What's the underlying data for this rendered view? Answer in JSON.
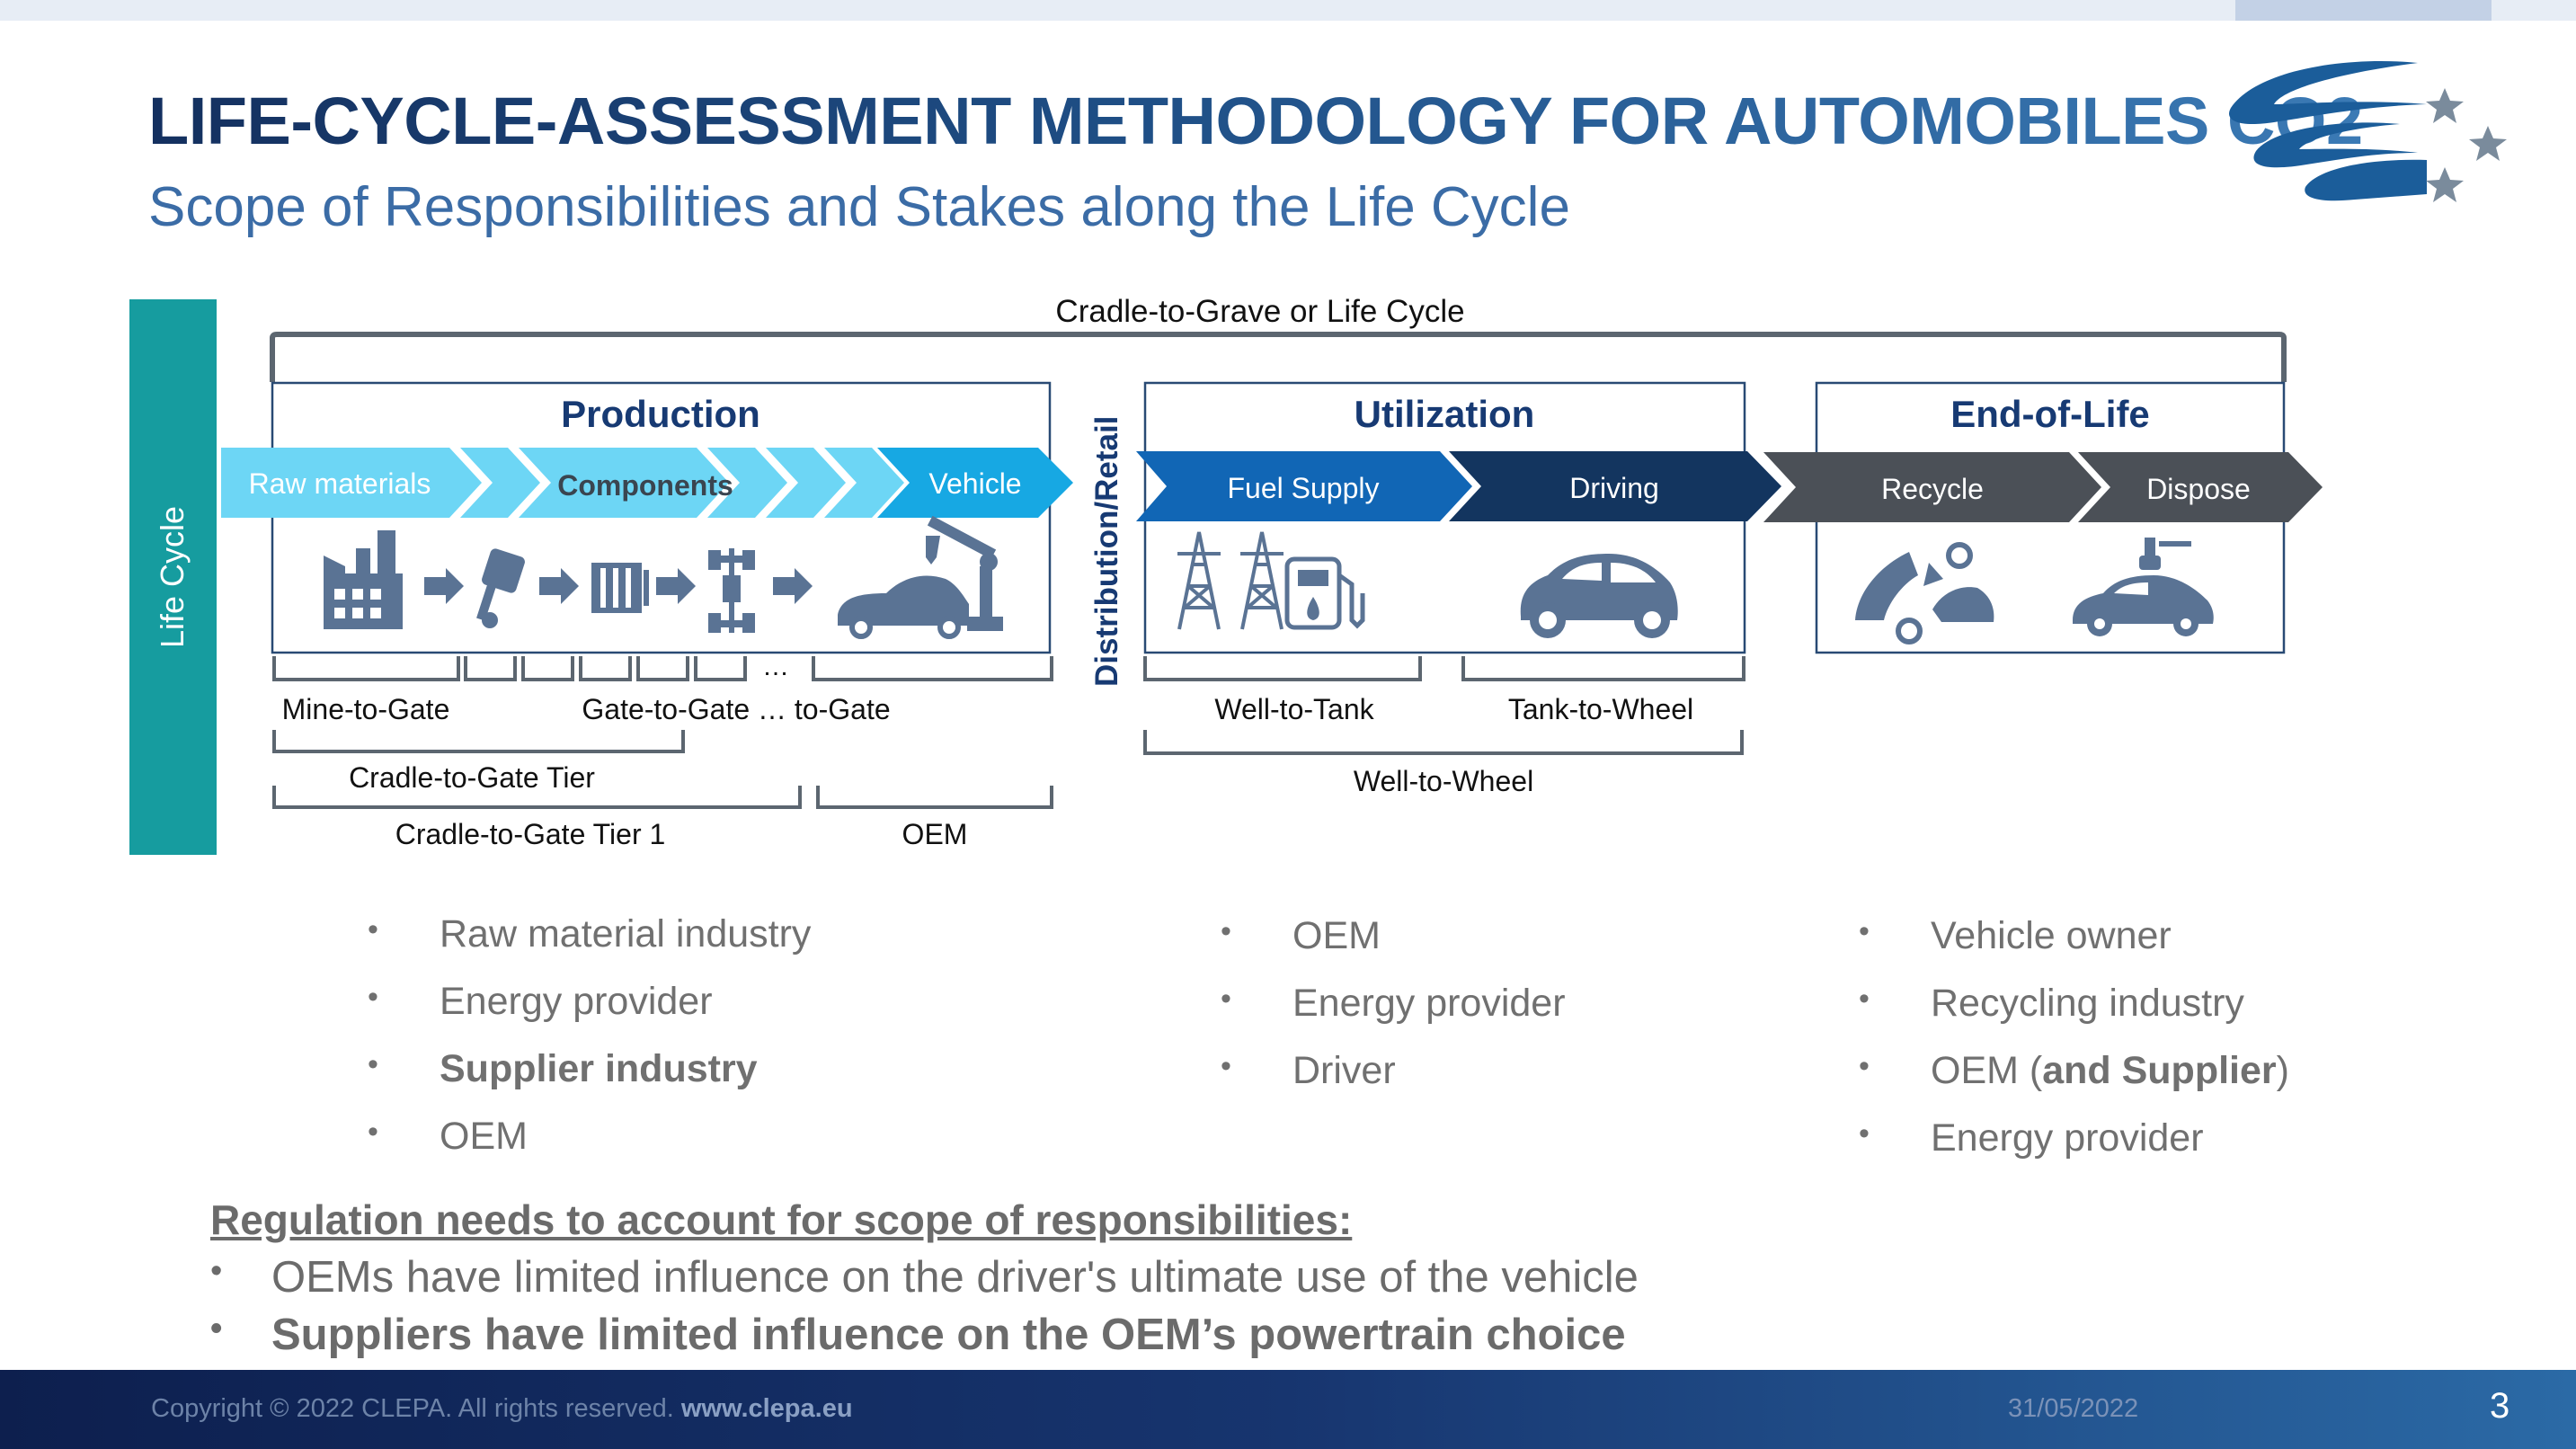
{
  "header": {
    "title": "LIFE-CYCLE-ASSESSMENT METHODOLOGY FOR AUTOMOBILES CO2",
    "subtitle": "Scope of Responsibilities and Stakes along the Life Cycle"
  },
  "logo": {
    "icon": "clepa-logo-icon",
    "colors": [
      "#1b5d9a",
      "#7a8b9c"
    ]
  },
  "diagram": {
    "side_label": "Life Cycle",
    "top_label": "Cradle-to-Grave or Life Cycle",
    "vertical_label": "Distribution/Retail",
    "phases": {
      "production": {
        "title": "Production",
        "chevrons": [
          "Raw materials",
          "Components",
          "Vehicle"
        ],
        "icons": [
          "factory-icon",
          "arrow-right-icon",
          "piston-icon",
          "arrow-right-icon",
          "battery-module-icon",
          "arrow-right-icon",
          "chassis-icon",
          "arrow-right-icon",
          "vehicle-assembly-robot-icon"
        ]
      },
      "utilization": {
        "title": "Utilization",
        "chevrons": [
          "Fuel Supply",
          "Driving"
        ],
        "icons": [
          "power-pylon-icon",
          "fuel-pump-icon",
          "car-icon"
        ]
      },
      "end_of_life": {
        "title": "End-of-Life",
        "chevrons": [
          "Recycle",
          "Dispose"
        ],
        "icons": [
          "car-parts-icon",
          "car-crane-icon"
        ]
      }
    },
    "scopes": {
      "mine_to_gate": "Mine-to-Gate",
      "gate_to_gate": "Gate-to-Gate … to-Gate",
      "ellipsis": "…",
      "cradle_tier": "Cradle-to-Gate Tier",
      "cradle_tier1": "Cradle-to-Gate Tier 1",
      "oem": "OEM",
      "well_to_tank": "Well-to-Tank",
      "tank_to_wheel": "Tank-to-Wheel",
      "well_to_wheel": "Well-to-Wheel"
    },
    "colors": {
      "production_light": "#6dd6f5",
      "production_vehicle": "#17a8e3",
      "fuel_supply": "#1166b5",
      "driving": "#13355f",
      "end_of_life": "#4b5057",
      "life_cycle_bar": "#169c9f",
      "heading": "#173a73",
      "icon": "#5a7394"
    }
  },
  "responsibilities": {
    "production": [
      {
        "text": "Raw material industry"
      },
      {
        "text": "Energy provider"
      },
      {
        "text": "Supplier industry",
        "bold": true
      },
      {
        "text": "OEM"
      }
    ],
    "utilization": [
      {
        "text": "OEM"
      },
      {
        "text": "Energy provider"
      },
      {
        "text": "Driver"
      }
    ],
    "end_of_life": [
      {
        "text": "Vehicle owner"
      },
      {
        "text": "Recycling industry"
      },
      {
        "prefix": "OEM (",
        "bold_part": "and Supplier",
        "suffix": ")"
      },
      {
        "text": "Energy provider"
      }
    ]
  },
  "regulation": {
    "heading": "Regulation needs to account for scope of responsibilities:",
    "points": [
      {
        "text": "OEMs have limited influence on the driver's ultimate use of the vehicle"
      },
      {
        "text": "Suppliers have limited influence on the OEM’s powertrain choice",
        "bold": true
      }
    ]
  },
  "footer": {
    "copyright": "Copyright © 2022 CLEPA. All rights reserved.",
    "website": "www.clepa.eu",
    "date": "31/05/2022",
    "page": "3"
  }
}
